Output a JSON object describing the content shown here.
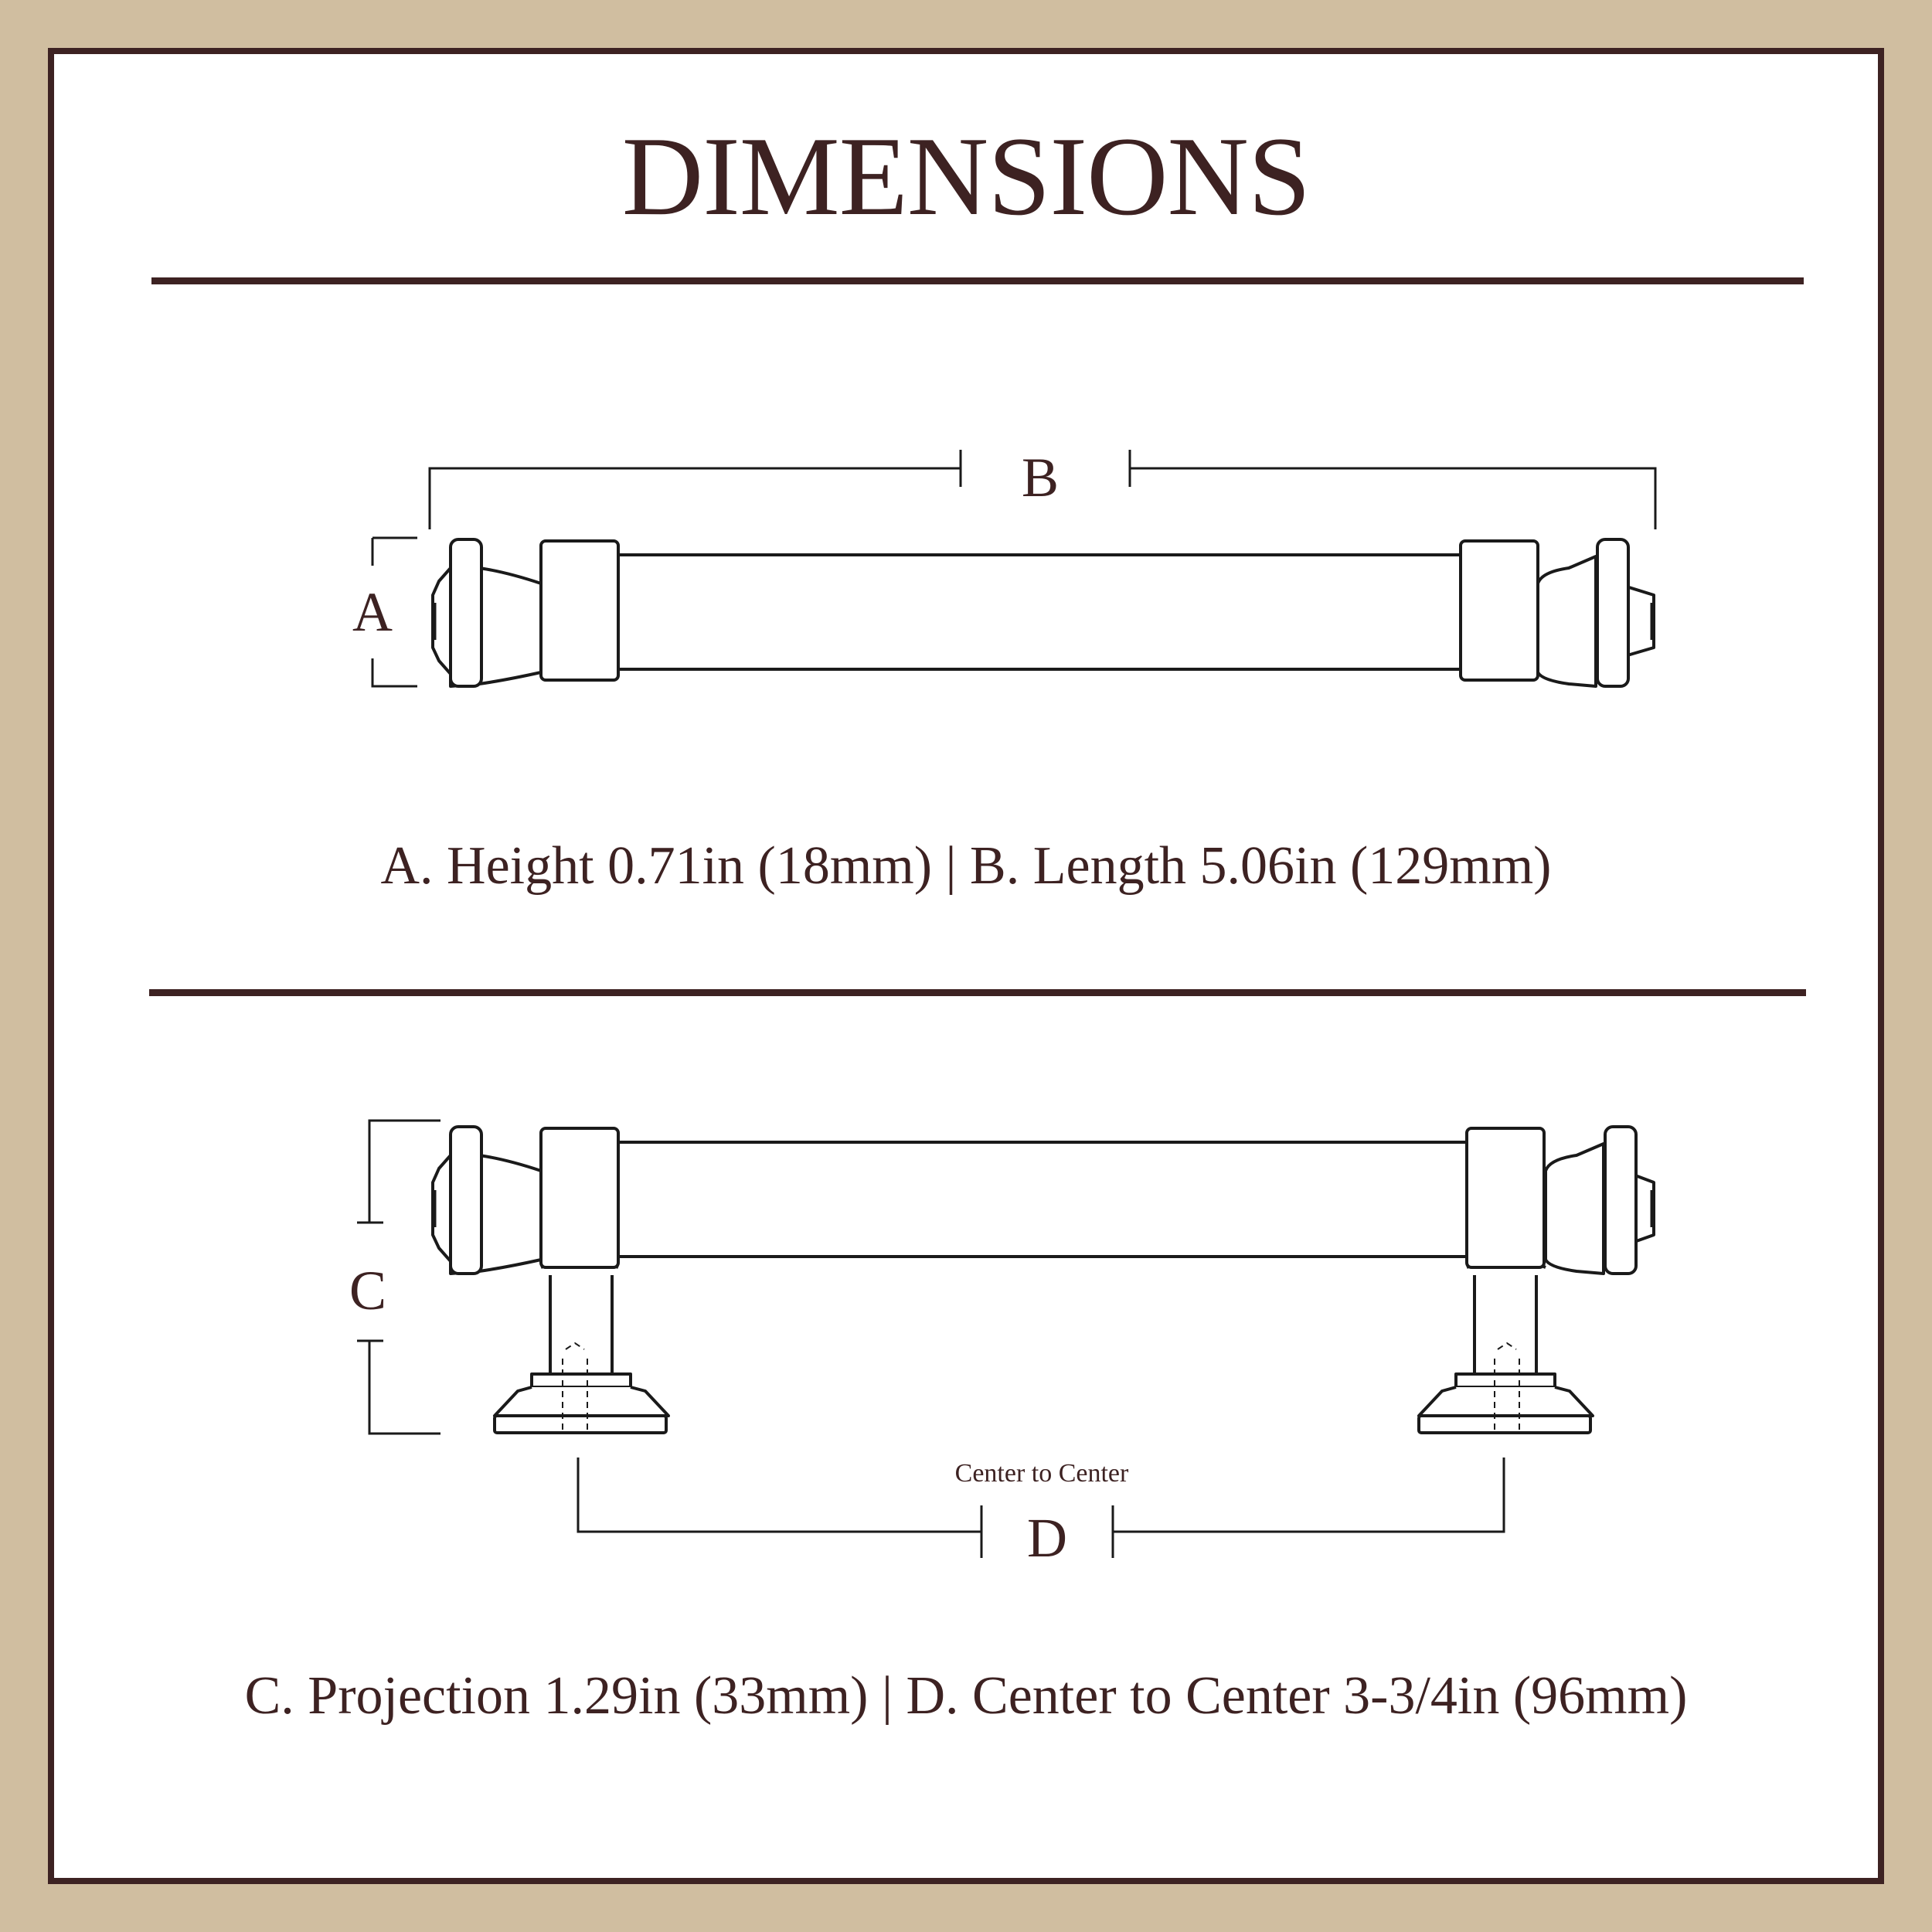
{
  "title": "DIMENSIONS",
  "labels": {
    "a": "A",
    "b": "B",
    "c": "C",
    "d": "D",
    "center_to_center": "Center to Center"
  },
  "captions": {
    "top": "A. Height 0.71in (18mm) | B. Length 5.06in (129mm)",
    "bottom": "C. Projection 1.29in (33mm) | D. Center to Center 3-3/4in (96mm)"
  },
  "colors": {
    "frame_outer": "#D0BEA0",
    "frame_border": "#3D2222",
    "text": "#3D2222",
    "line": "#1A1A1A"
  }
}
